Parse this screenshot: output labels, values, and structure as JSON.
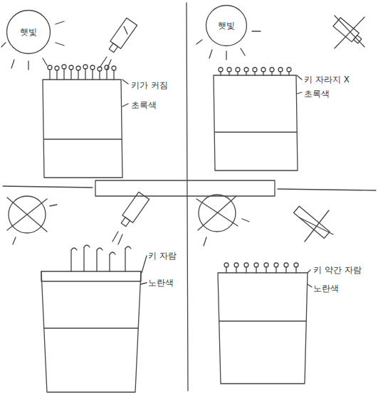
{
  "diagram": {
    "nodes": [
      {
        "text": [
          "햇빛"
        ]
      },
      {
        "text": [
          "햇빛"
        ]
      }
    ],
    "labels": [
      "키가 커짐",
      "초록색",
      "키 자라지 X",
      "초록색",
      "키 자람",
      "노란색",
      "키 약간 자람",
      "노란색"
    ]
  }
}
